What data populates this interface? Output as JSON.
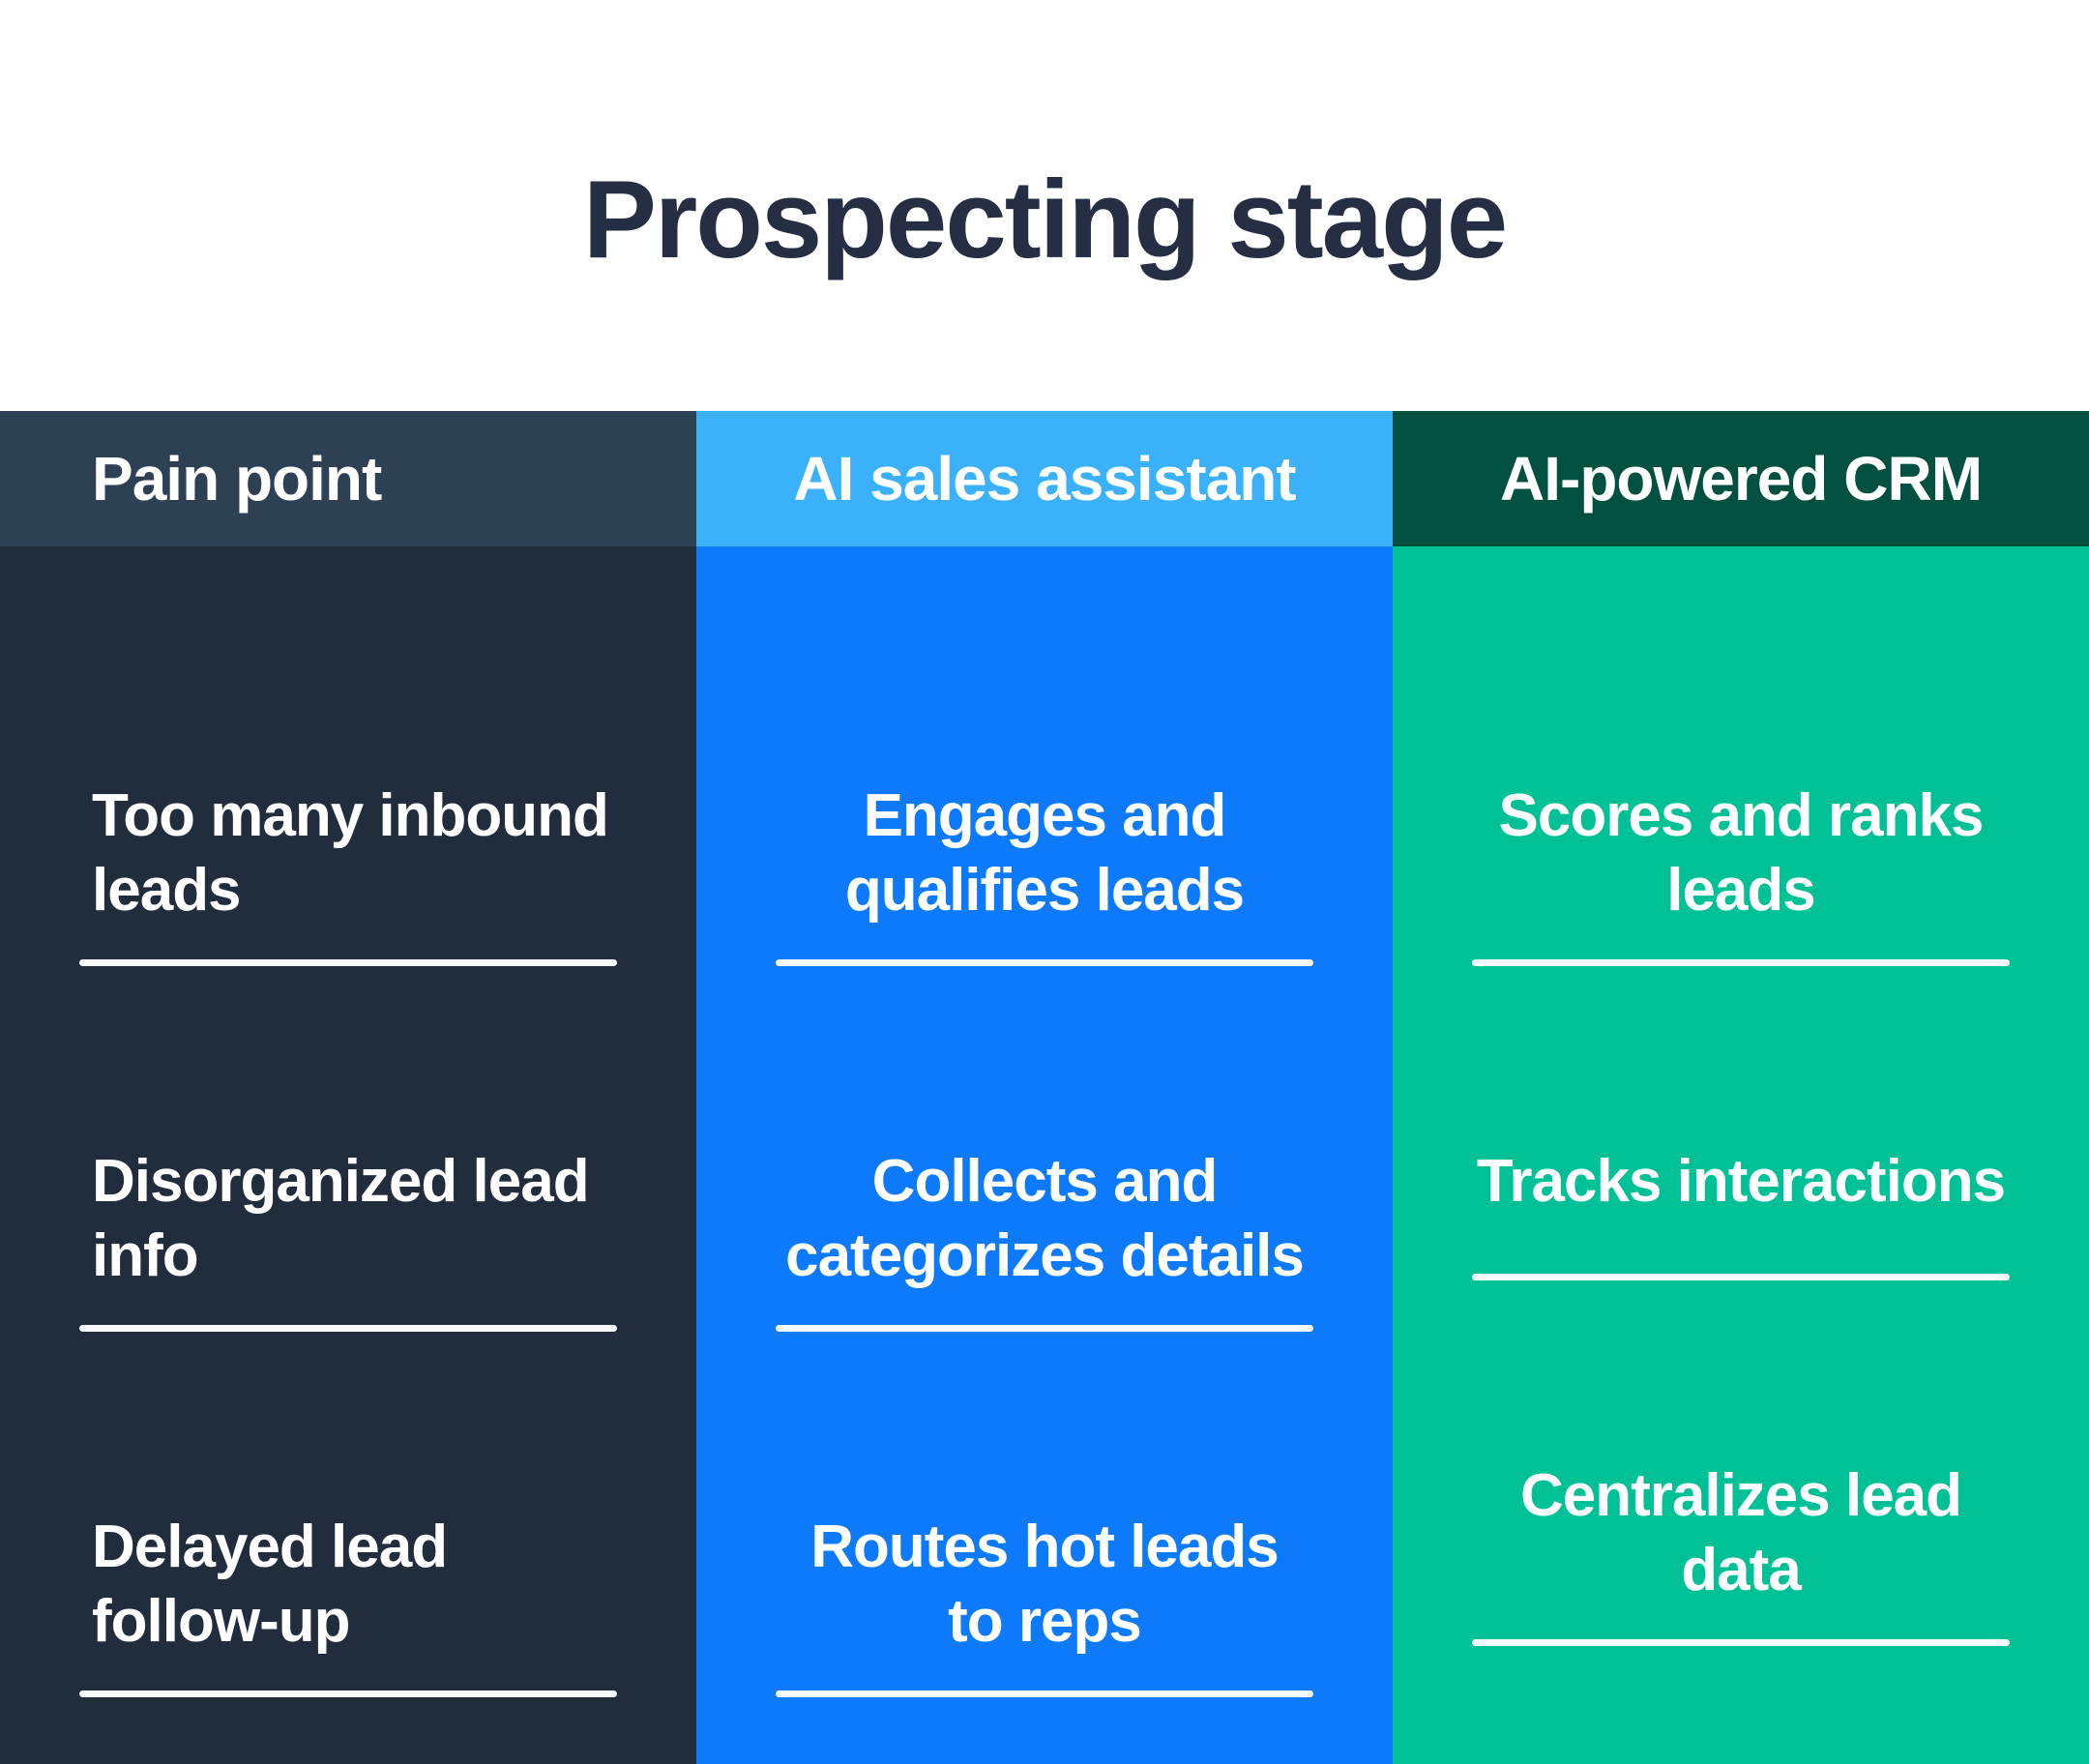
{
  "title": "Prospecting stage",
  "colors": {
    "page_bg": "#ffffff",
    "title_text": "#252e42",
    "header_text": "#ffffff",
    "cell_text": "#ffffff",
    "divider": "#f7fafc",
    "pain_point_header_bg": "#2e4154",
    "pain_point_body_bg": "#212c3d",
    "ai_assistant_header_bg": "#3bb0fb",
    "ai_assistant_body_bg": "#0d79fb",
    "ai_crm_header_bg": "#025040",
    "ai_crm_body_bg": "#00c096"
  },
  "table": {
    "columns": [
      {
        "id": "pain-point",
        "header": "Pain point",
        "align": "left",
        "header_bg": "#2e4154",
        "body_bg": "#212c3d",
        "rows": [
          "Too many inbound\nleads",
          "Disorganized lead\ninfo",
          "Delayed lead\nfollow-up"
        ]
      },
      {
        "id": "ai-sales-assistant",
        "header": "AI sales assistant",
        "align": "center",
        "header_bg": "#3bb0fb",
        "body_bg": "#0d79fb",
        "rows": [
          "Engages and\nqualifies leads",
          "Collects and\ncategorizes details",
          "Routes hot leads\nto reps"
        ]
      },
      {
        "id": "ai-powered-crm",
        "header": "AI-powered CRM",
        "align": "center",
        "header_bg": "#025040",
        "body_bg": "#00c096",
        "rows": [
          "Scores and ranks\nleads",
          "Tracks interactions",
          "Centralizes lead\ndata"
        ]
      }
    ]
  },
  "chart_data": {
    "type": "table",
    "title": "Prospecting stage",
    "columns": [
      "Pain point",
      "AI sales assistant",
      "AI-powered CRM"
    ],
    "rows": [
      [
        "Too many inbound leads",
        "Engages and qualifies leads",
        "Scores and ranks leads"
      ],
      [
        "Disorganized lead info",
        "Collects and categorizes details",
        "Tracks interactions"
      ],
      [
        "Delayed lead follow-up",
        "Routes hot leads to reps",
        "Centralizes lead data"
      ]
    ]
  }
}
